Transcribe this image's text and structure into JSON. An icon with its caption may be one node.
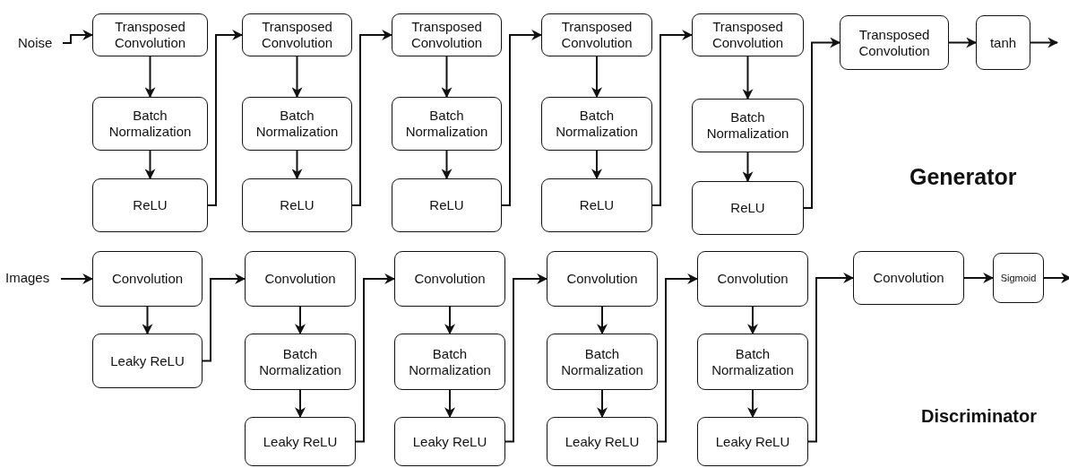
{
  "diagram": {
    "nodes": [
      {
        "text": [
          "Noise"
        ]
      },
      {
        "text": [
          "Transposed Convolution"
        ]
      },
      {
        "text": [
          "Batch Normalization"
        ]
      },
      {
        "text": [
          "ReLU"
        ]
      },
      {
        "text": [
          "Transposed Convolution"
        ]
      },
      {
        "text": [
          "Batch Normalization"
        ]
      },
      {
        "text": [
          "ReLU"
        ]
      },
      {
        "text": [
          "Transposed Convolution"
        ]
      },
      {
        "text": [
          "Batch Normalization"
        ]
      },
      {
        "text": [
          "ReLU"
        ]
      },
      {
        "text": [
          "Transposed Convolution"
        ]
      },
      {
        "text": [
          "Batch Normalization"
        ]
      },
      {
        "text": [
          "ReLU"
        ]
      },
      {
        "text": [
          "Transposed Convolution"
        ]
      },
      {
        "text": [
          "Batch Normalization"
        ]
      },
      {
        "text": [
          "ReLU"
        ]
      },
      {
        "text": [
          "Transposed Convolution"
        ]
      },
      {
        "text": [
          "tanh"
        ]
      },
      {
        "text": [
          "Images"
        ]
      },
      {
        "text": [
          "Convolution"
        ]
      },
      {
        "text": [
          "Leaky ReLU"
        ]
      },
      {
        "text": [
          "Convolution"
        ]
      },
      {
        "text": [
          "Batch Normalization"
        ]
      },
      {
        "text": [
          "Leaky ReLU"
        ]
      },
      {
        "text": [
          "Convolution"
        ]
      },
      {
        "text": [
          "Batch Normalization"
        ]
      },
      {
        "text": [
          "Leaky ReLU"
        ]
      },
      {
        "text": [
          "Convolution"
        ]
      },
      {
        "text": [
          "Batch Normalization"
        ]
      },
      {
        "text": [
          "Leaky ReLU"
        ]
      },
      {
        "text": [
          "Convolution"
        ]
      },
      {
        "text": [
          "Batch Normalization"
        ]
      },
      {
        "text": [
          "Leaky ReLU"
        ]
      },
      {
        "text": [
          "Convolution"
        ]
      },
      {
        "text": [
          "Sigmoid"
        ]
      }
    ],
    "edges": [
      {
        "from": 0,
        "to": 1,
        "arrow": "to"
      },
      {
        "from": 1,
        "to": 2,
        "arrow": "to"
      },
      {
        "from": 2,
        "to": 3,
        "arrow": "to"
      },
      {
        "from": 3,
        "to": 4,
        "arrow": "to"
      },
      {
        "from": 4,
        "to": 5,
        "arrow": "to"
      },
      {
        "from": 5,
        "to": 6,
        "arrow": "to"
      },
      {
        "from": 6,
        "to": 7,
        "arrow": "to"
      },
      {
        "from": 7,
        "to": 8,
        "arrow": "to"
      },
      {
        "from": 8,
        "to": 9,
        "arrow": "to"
      },
      {
        "from": 9,
        "to": 10,
        "arrow": "to"
      },
      {
        "from": 10,
        "to": 11,
        "arrow": "to"
      },
      {
        "from": 11,
        "to": 12,
        "arrow": "to"
      },
      {
        "from": 12,
        "to": 13,
        "arrow": "to"
      },
      {
        "from": 13,
        "to": 14,
        "arrow": "to"
      },
      {
        "from": 14,
        "to": 15,
        "arrow": "to"
      },
      {
        "from": 15,
        "to": 16,
        "arrow": "to"
      },
      {
        "from": 16,
        "to": 17,
        "arrow": "to"
      },
      {
        "from": 17,
        "to": null,
        "arrow": "to"
      },
      {
        "from": 18,
        "to": 19,
        "arrow": "to"
      },
      {
        "from": 19,
        "to": 20,
        "arrow": "to"
      },
      {
        "from": 20,
        "to": 21,
        "arrow": "to"
      },
      {
        "from": 21,
        "to": 22,
        "arrow": "to"
      },
      {
        "from": 22,
        "to": 23,
        "arrow": "to"
      },
      {
        "from": 23,
        "to": 24,
        "arrow": "to"
      },
      {
        "from": 24,
        "to": 25,
        "arrow": "to"
      },
      {
        "from": 25,
        "to": 26,
        "arrow": "to"
      },
      {
        "from": 26,
        "to": 27,
        "arrow": "to"
      },
      {
        "from": 27,
        "to": 28,
        "arrow": "to"
      },
      {
        "from": 28,
        "to": 29,
        "arrow": "to"
      },
      {
        "from": 29,
        "to": 30,
        "arrow": "to"
      },
      {
        "from": 30,
        "to": 31,
        "arrow": "to"
      },
      {
        "from": 31,
        "to": 32,
        "arrow": "to"
      },
      {
        "from": 32,
        "to": 33,
        "arrow": "to"
      },
      {
        "from": 33,
        "to": 34,
        "arrow": "to"
      },
      {
        "from": 34,
        "to": null,
        "arrow": "to"
      }
    ],
    "labels": [
      "Generator",
      "Discriminator"
    ]
  }
}
